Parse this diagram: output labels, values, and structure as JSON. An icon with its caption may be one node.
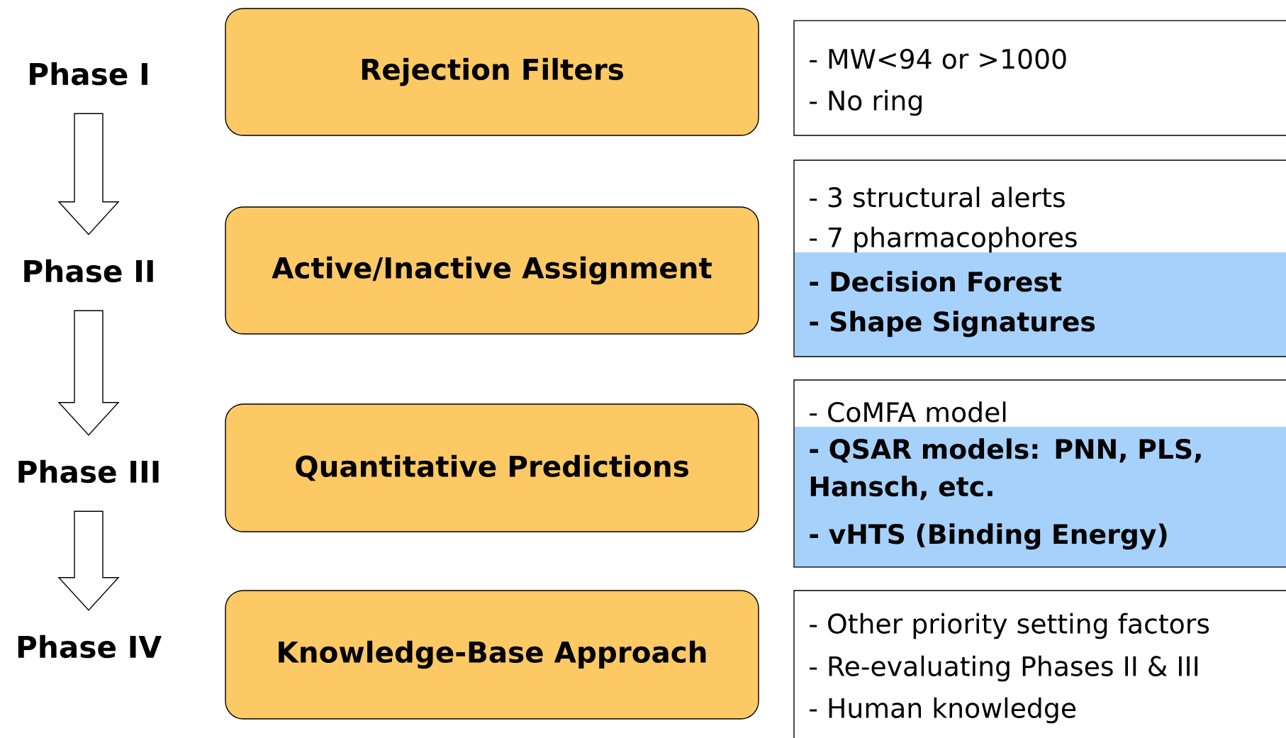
{
  "diagram": {
    "nodes": [
      {
        "text": [
          "Phase I"
        ]
      },
      {
        "text": [
          "Phase II"
        ]
      },
      {
        "text": [
          "Phase III"
        ]
      },
      {
        "text": [
          "Phase IV"
        ]
      },
      {
        "text": [
          "Rejection Filters"
        ]
      },
      {
        "text": [
          "Active/Inactive Assignment"
        ]
      },
      {
        "text": [
          "Quantitative Predictions"
        ]
      },
      {
        "text": [
          "Knowledge-Base Approach"
        ]
      },
      {
        "text": [
          "- MW<94 or >1000",
          "- No ring"
        ]
      },
      {
        "text": [
          "- 3 structural alerts",
          "- 7 pharmacophores"
        ]
      },
      {
        "text": [
          "- Decision Forest",
          "- Shape Signatures"
        ],
        "in": 9
      },
      {
        "text": [
          "- CoMFA model"
        ]
      },
      {
        "text": [
          "- QSAR models: PNN, PLS, Hansch, etc.",
          "- vHTS (Binding Energy)"
        ],
        "in": 11
      },
      {
        "text": [
          "- Other priority setting factors",
          "- Re-evaluating Phases II & III",
          "- Human knowledge"
        ]
      }
    ],
    "edges": [
      {
        "from": 0,
        "to": 1,
        "arrow": "to"
      },
      {
        "from": 1,
        "to": 2,
        "arrow": "to"
      },
      {
        "from": 2,
        "to": 3,
        "arrow": "to"
      }
    ]
  }
}
